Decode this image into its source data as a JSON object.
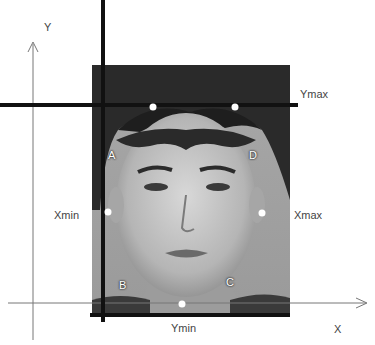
{
  "diagram": {
    "labels": [
      "Y",
      "Ymax",
      "A",
      "D",
      "Xmin",
      "Xmax",
      "B",
      "C",
      "Ymin",
      "X"
    ]
  }
}
